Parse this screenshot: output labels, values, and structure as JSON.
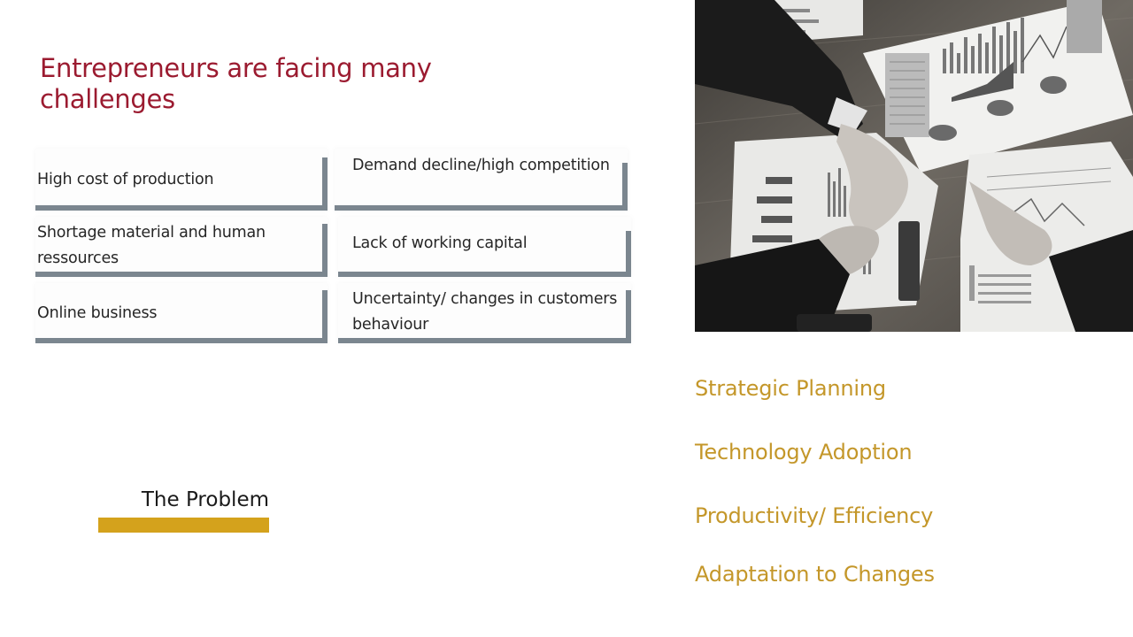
{
  "slide": {
    "title": "Entrepreneurs  are facing many challenges",
    "challenges": [
      "High cost of production",
      "Demand decline/high competition",
      "Shortage material and human ressources",
      "Lack of working capital",
      "Online business",
      "Uncertainty/ changes in customers behaviour"
    ],
    "problem_label": "The Problem",
    "solutions": [
      "Strategic Planning",
      "Technology  Adoption",
      "Productivity/ Efficiency",
      "Adaptation to Changes"
    ],
    "colors": {
      "title": "#9b1b30",
      "accent_gold": "#d4a21c",
      "solution_text": "#c4972a",
      "box_border": "#7b868f"
    }
  }
}
